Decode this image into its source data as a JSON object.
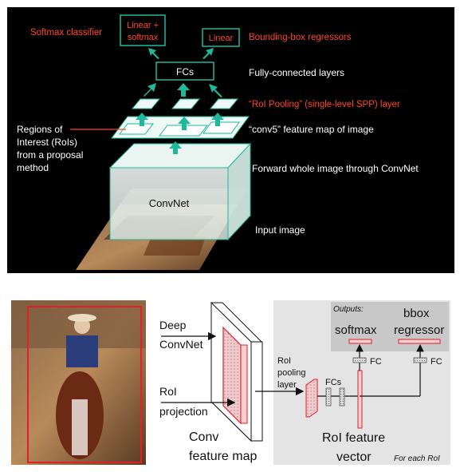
{
  "top": {
    "box_linear_softmax_line1": "Linear +",
    "box_linear_softmax_line2": "softmax",
    "box_linear": "Linear",
    "box_fcs": "FCs",
    "label_softmax_classifier": "Softmax classifier",
    "label_bbox_regressors": "Bounding-box regressors",
    "label_fc_layers": "Fully-connected layers",
    "label_roi_pooling": "“RoI Pooling” (single-level SPP) layer",
    "label_conv5": "“conv5” feature map of image",
    "label_forward": "Forward whole image through ConvNet",
    "label_input_image": "Input image",
    "label_convnet": "ConvNet",
    "rois_line1": "Regions of",
    "rois_line2": "Interest (RoIs)",
    "rois_line3": "from a proposal",
    "rois_line4": "method"
  },
  "bottom": {
    "deep_line1": "Deep",
    "deep_line2": "ConvNet",
    "roi_line1": "RoI",
    "roi_line2": "projection",
    "conv_line1": "Conv",
    "conv_line2": "feature map",
    "pool_line1": "RoI",
    "pool_line2": "pooling",
    "pool_line3": "layer",
    "fcs": "FCs",
    "outputs": "Outputs:",
    "softmax": "softmax",
    "bbox_line1": "bbox",
    "bbox_line2": "regressor",
    "fc_left": "FC",
    "fc_right": "FC",
    "feat_line1": "RoI feature",
    "feat_line2": "vector",
    "for_each": "For each RoI"
  },
  "colors": {
    "green": "#1fb89a",
    "red_text": "#ff4422",
    "red_stroke": "#e0202a",
    "panel_bg": "#000000",
    "gray_panel": "#e4e4e4",
    "gray_header": "#c8c8c8"
  }
}
